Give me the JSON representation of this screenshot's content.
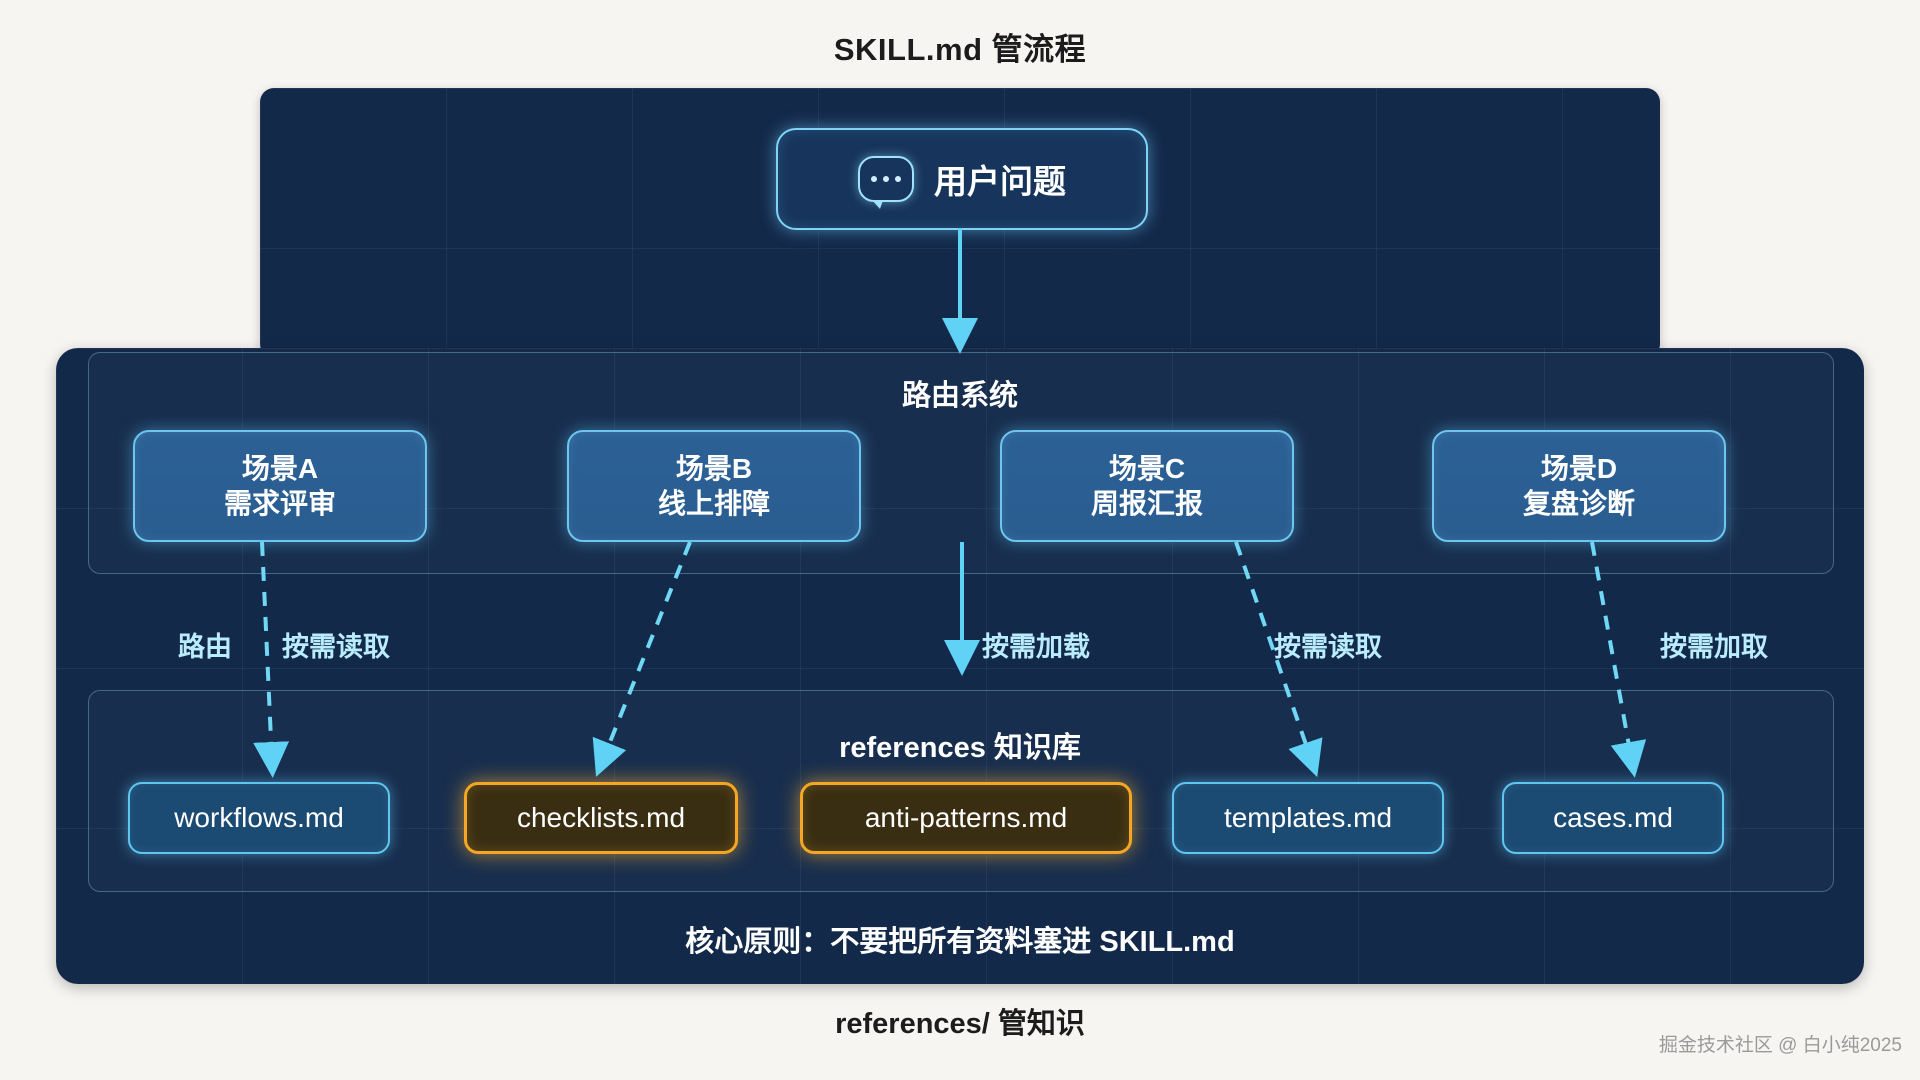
{
  "titles": {
    "top": "SKILL.md 管流程",
    "bottom": "references/ 管知识"
  },
  "top_panel": {
    "user_node": {
      "label": "用户问题",
      "icon": "chat-bubble-icon"
    }
  },
  "router": {
    "group_label": "路由系统",
    "scenes": [
      {
        "code": "场景A",
        "name": "需求评审"
      },
      {
        "code": "场景B",
        "name": "线上排障"
      },
      {
        "code": "场景C",
        "name": "周报汇报"
      },
      {
        "code": "场景D",
        "name": "复盘诊断"
      }
    ]
  },
  "edge_labels": [
    {
      "text": "路由"
    },
    {
      "text": "按需读取"
    },
    {
      "text": "按需加载"
    },
    {
      "text": "按需读取"
    },
    {
      "text": "按需加取"
    }
  ],
  "knowledge_base": {
    "group_label": "references 知识库",
    "files": [
      {
        "name": "workflows.md",
        "highlight": false
      },
      {
        "name": "checklists.md",
        "highlight": true
      },
      {
        "name": "anti-patterns.md",
        "highlight": true
      },
      {
        "name": "templates.md",
        "highlight": false
      },
      {
        "name": "cases.md",
        "highlight": false
      }
    ]
  },
  "principle": "核心原则：不要把所有资料塞进 SKILL.md",
  "watermark": "掘金技术社区 @ 白小纯2025",
  "colors": {
    "page_background": "#f7f5f2",
    "panel_background": "#13294a",
    "accent_blue": "#6ec6ef",
    "accent_cyan": "#b9ecff",
    "highlight_amber": "#f5a623",
    "text_dark": "#1c1c1c"
  }
}
